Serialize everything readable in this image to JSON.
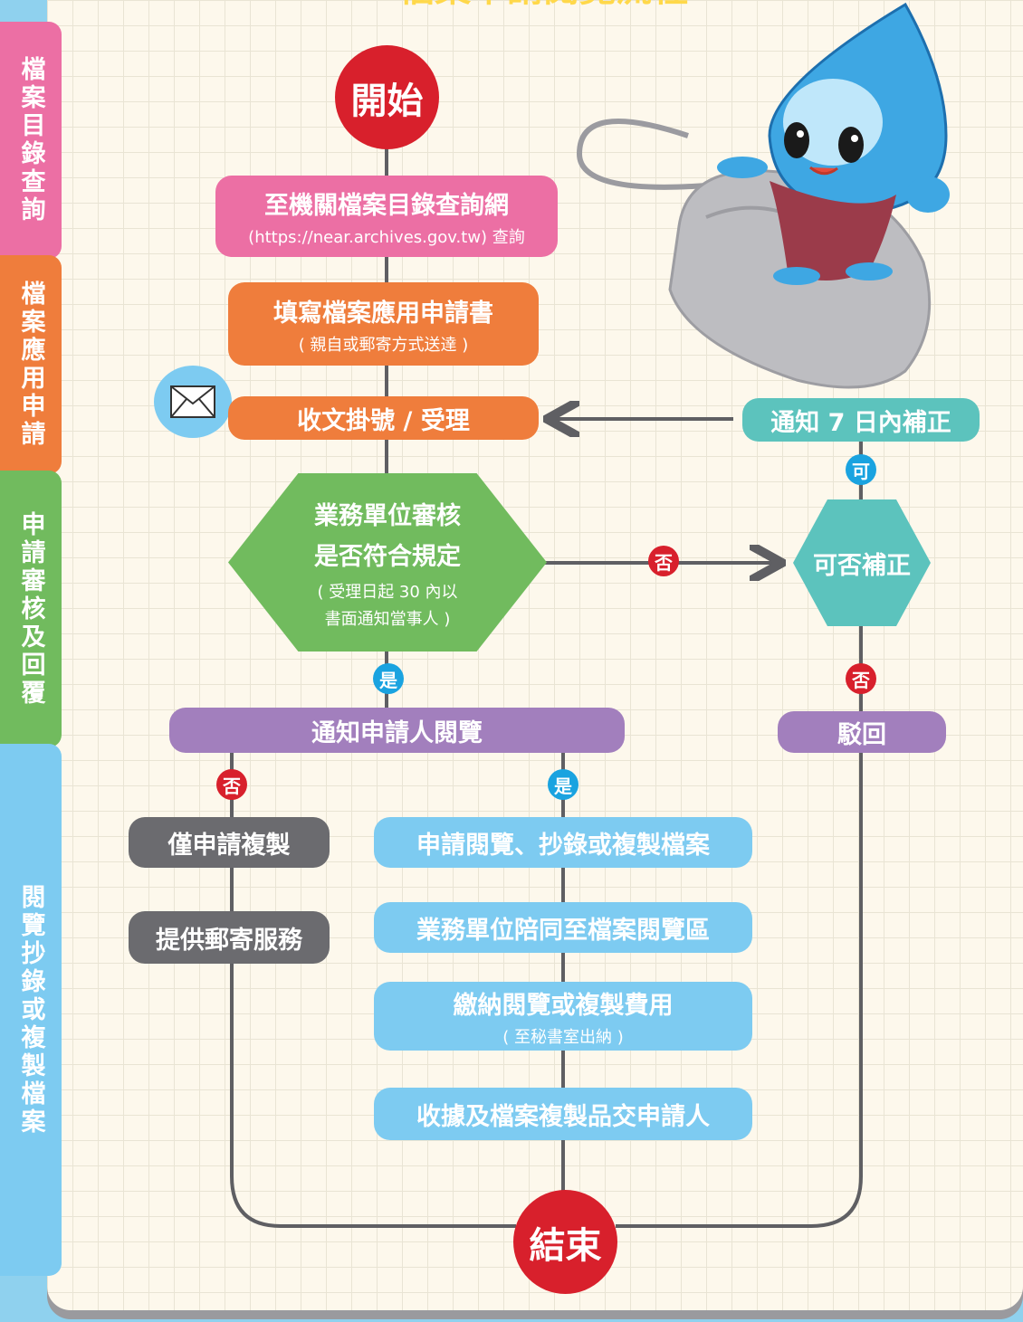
{
  "title": "檔案申請閱覽流程",
  "tabs": [
    {
      "label": "檔案目錄查詢"
    },
    {
      "label": "檔案應用申請"
    },
    {
      "label": "申請審核及回覆"
    },
    {
      "label": "閱覽抄錄或複製檔案"
    }
  ],
  "nodes": {
    "start": "開始",
    "search": {
      "label": "至機關檔案目錄查詢網",
      "sub": "(https://near.archives.gov.tw) 查詢"
    },
    "fill_form": {
      "label": "填寫檔案應用申請書",
      "sub": "( 親自或郵寄方式送達 )"
    },
    "receive": "收文掛號 / 受理",
    "notify_fix": "通知 7 日內補正",
    "review": {
      "line1": "業務單位審核",
      "line2": "是否符合規定",
      "sub1": "( 受理日起 30 內以",
      "sub2": "書面通知當事人 )"
    },
    "can_fix": "可否補正",
    "notify_read": "通知申請人閱覽",
    "reject": "駁回",
    "copy_only": "僅申請複製",
    "mail_service": "提供郵寄服務",
    "apply_read": "申請閱覽、抄錄或複製檔案",
    "accompany": "業務單位陪同至檔案閱覽區",
    "pay": {
      "label": "繳納閱覽或複製費用",
      "sub": "( 至秘書室出納 )"
    },
    "receipt": "收據及檔案複製品交申請人",
    "end": "結束"
  },
  "badges": {
    "no": "否",
    "yes": "是",
    "can": "可"
  },
  "colors": {
    "pink": "#ec6fa4",
    "orange": "#ef7d3c",
    "green": "#71bb5e",
    "purple": "#a27fbd",
    "teal": "#5cc3bd",
    "grey": "#6b6b6f",
    "blue": "#7dcbf1",
    "red": "#d8202c"
  }
}
